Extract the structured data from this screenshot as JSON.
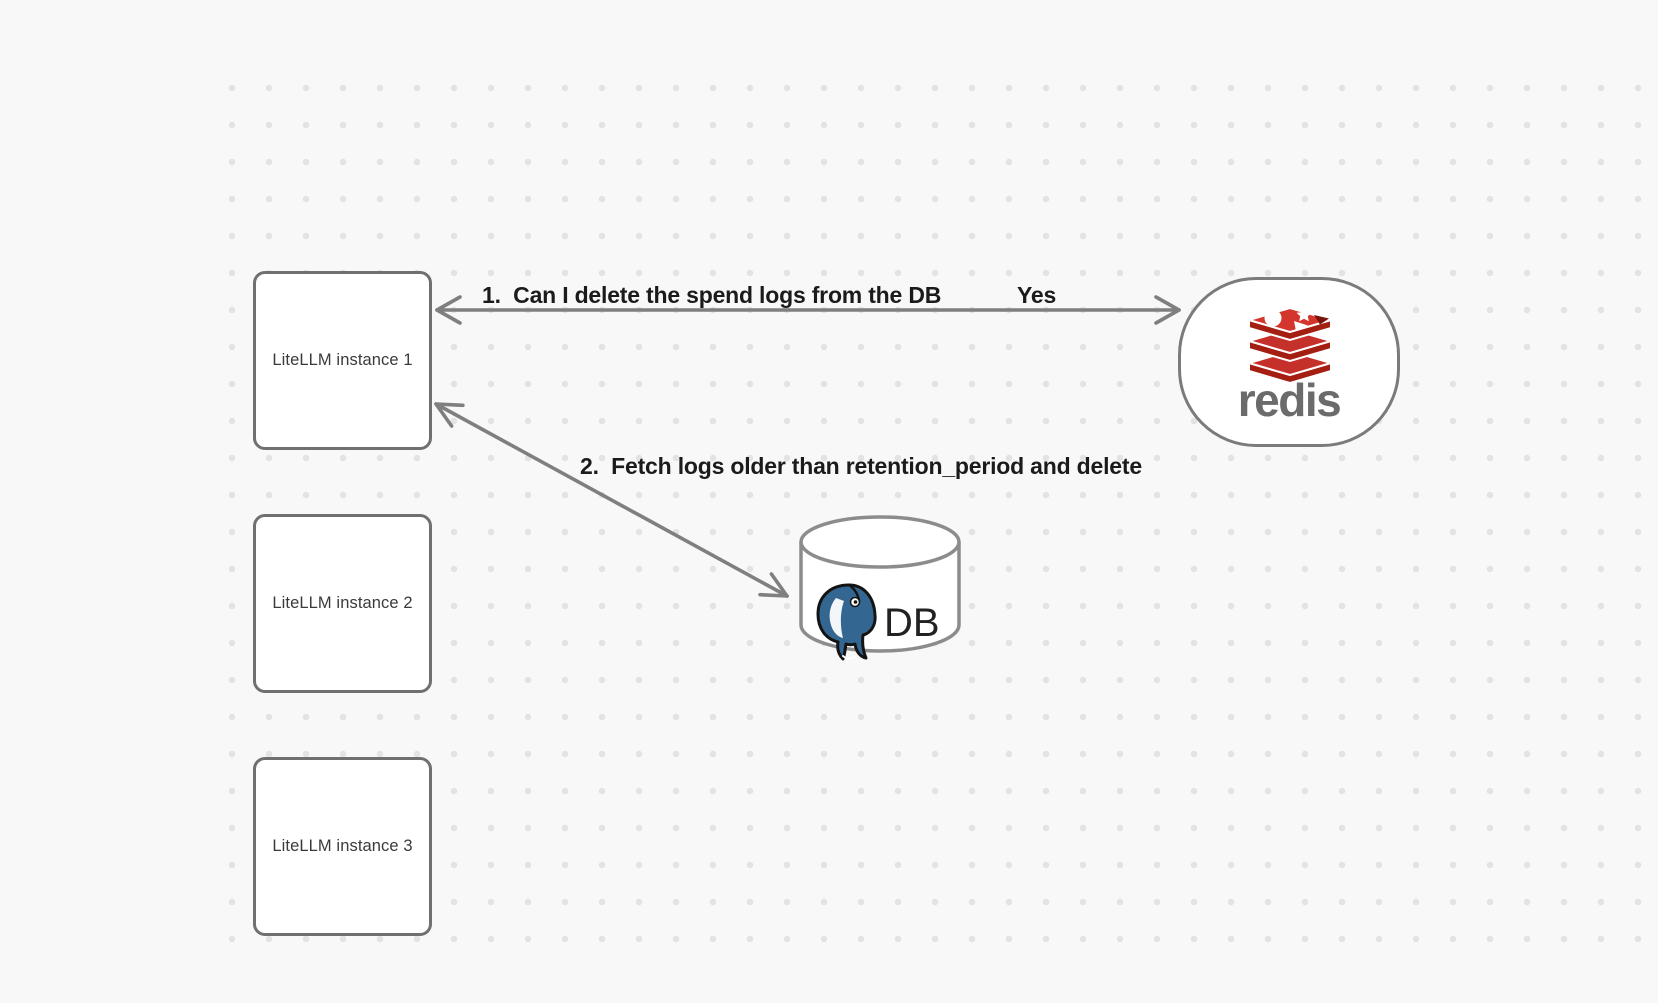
{
  "diagram": {
    "instances": [
      {
        "label": "LiteLLM instance 1"
      },
      {
        "label": "LiteLLM instance 2"
      },
      {
        "label": "LiteLLM instance 3"
      }
    ],
    "redis": {
      "wordmark": "redis"
    },
    "db": {
      "label": "DB"
    },
    "edges": {
      "cache_check": {
        "label": "1.  Can I delete the spend logs from the DB",
        "answer": "Yes"
      },
      "fetch_delete": {
        "label": "2.  Fetch logs older than retention_period and delete"
      }
    },
    "colors": {
      "background": "#f8f8f8",
      "dot": "#e3e3e3",
      "arrow": "#7f7f7f",
      "box_border": "#707070",
      "label_text": "#1b1b1b",
      "redis_red": "#c6302b",
      "redis_dark_red": "#a41e11",
      "redis_wordmark_gray": "#6b6b6b",
      "postgres_blue": "#336791"
    }
  }
}
